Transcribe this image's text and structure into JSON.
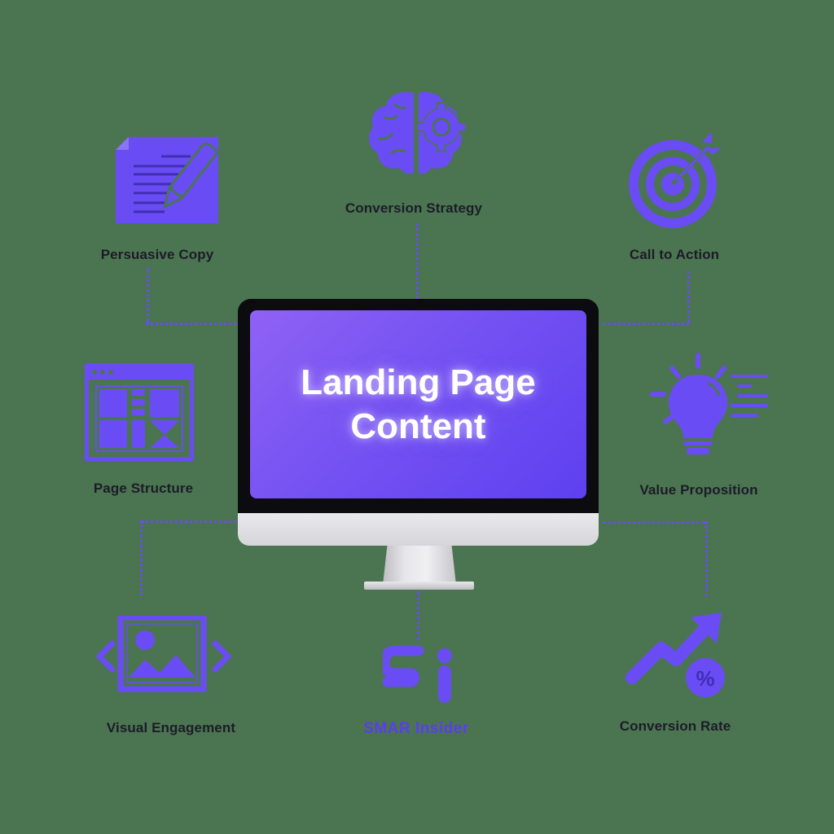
{
  "diagram": {
    "center": {
      "title_line1": "Landing Page",
      "title_line2": "Content",
      "device": "desktop-monitor"
    },
    "nodes": [
      {
        "id": "conversion-strategy",
        "label": "Conversion Strategy",
        "icon": "brain-gear-icon",
        "position": "top-center"
      },
      {
        "id": "persuasive-copy",
        "label": "Persuasive Copy",
        "icon": "document-pen-icon",
        "position": "top-left"
      },
      {
        "id": "call-to-action",
        "label": "Call to Action",
        "icon": "target-arrow-icon",
        "position": "top-right"
      },
      {
        "id": "page-structure",
        "label": "Page Structure",
        "icon": "layout-wireframe-icon",
        "position": "middle-left"
      },
      {
        "id": "value-proposition",
        "label": "Value Proposition",
        "icon": "lightbulb-icon",
        "position": "middle-right"
      },
      {
        "id": "visual-engagement",
        "label": "Visual Engagement",
        "icon": "image-carousel-icon",
        "position": "bottom-left"
      },
      {
        "id": "conversion-rate",
        "label": "Conversion Rate",
        "icon": "trend-up-percent-icon",
        "position": "bottom-right"
      }
    ],
    "brand": {
      "logo_text": "Si",
      "name": "SMAR Insider"
    }
  },
  "colors": {
    "background": "#4a7550",
    "accent": "#6a4cf5",
    "label_text": "#1e1a2a",
    "screen_gradient_start": "#8f62f4",
    "screen_gradient_end": "#5e40f0"
  }
}
